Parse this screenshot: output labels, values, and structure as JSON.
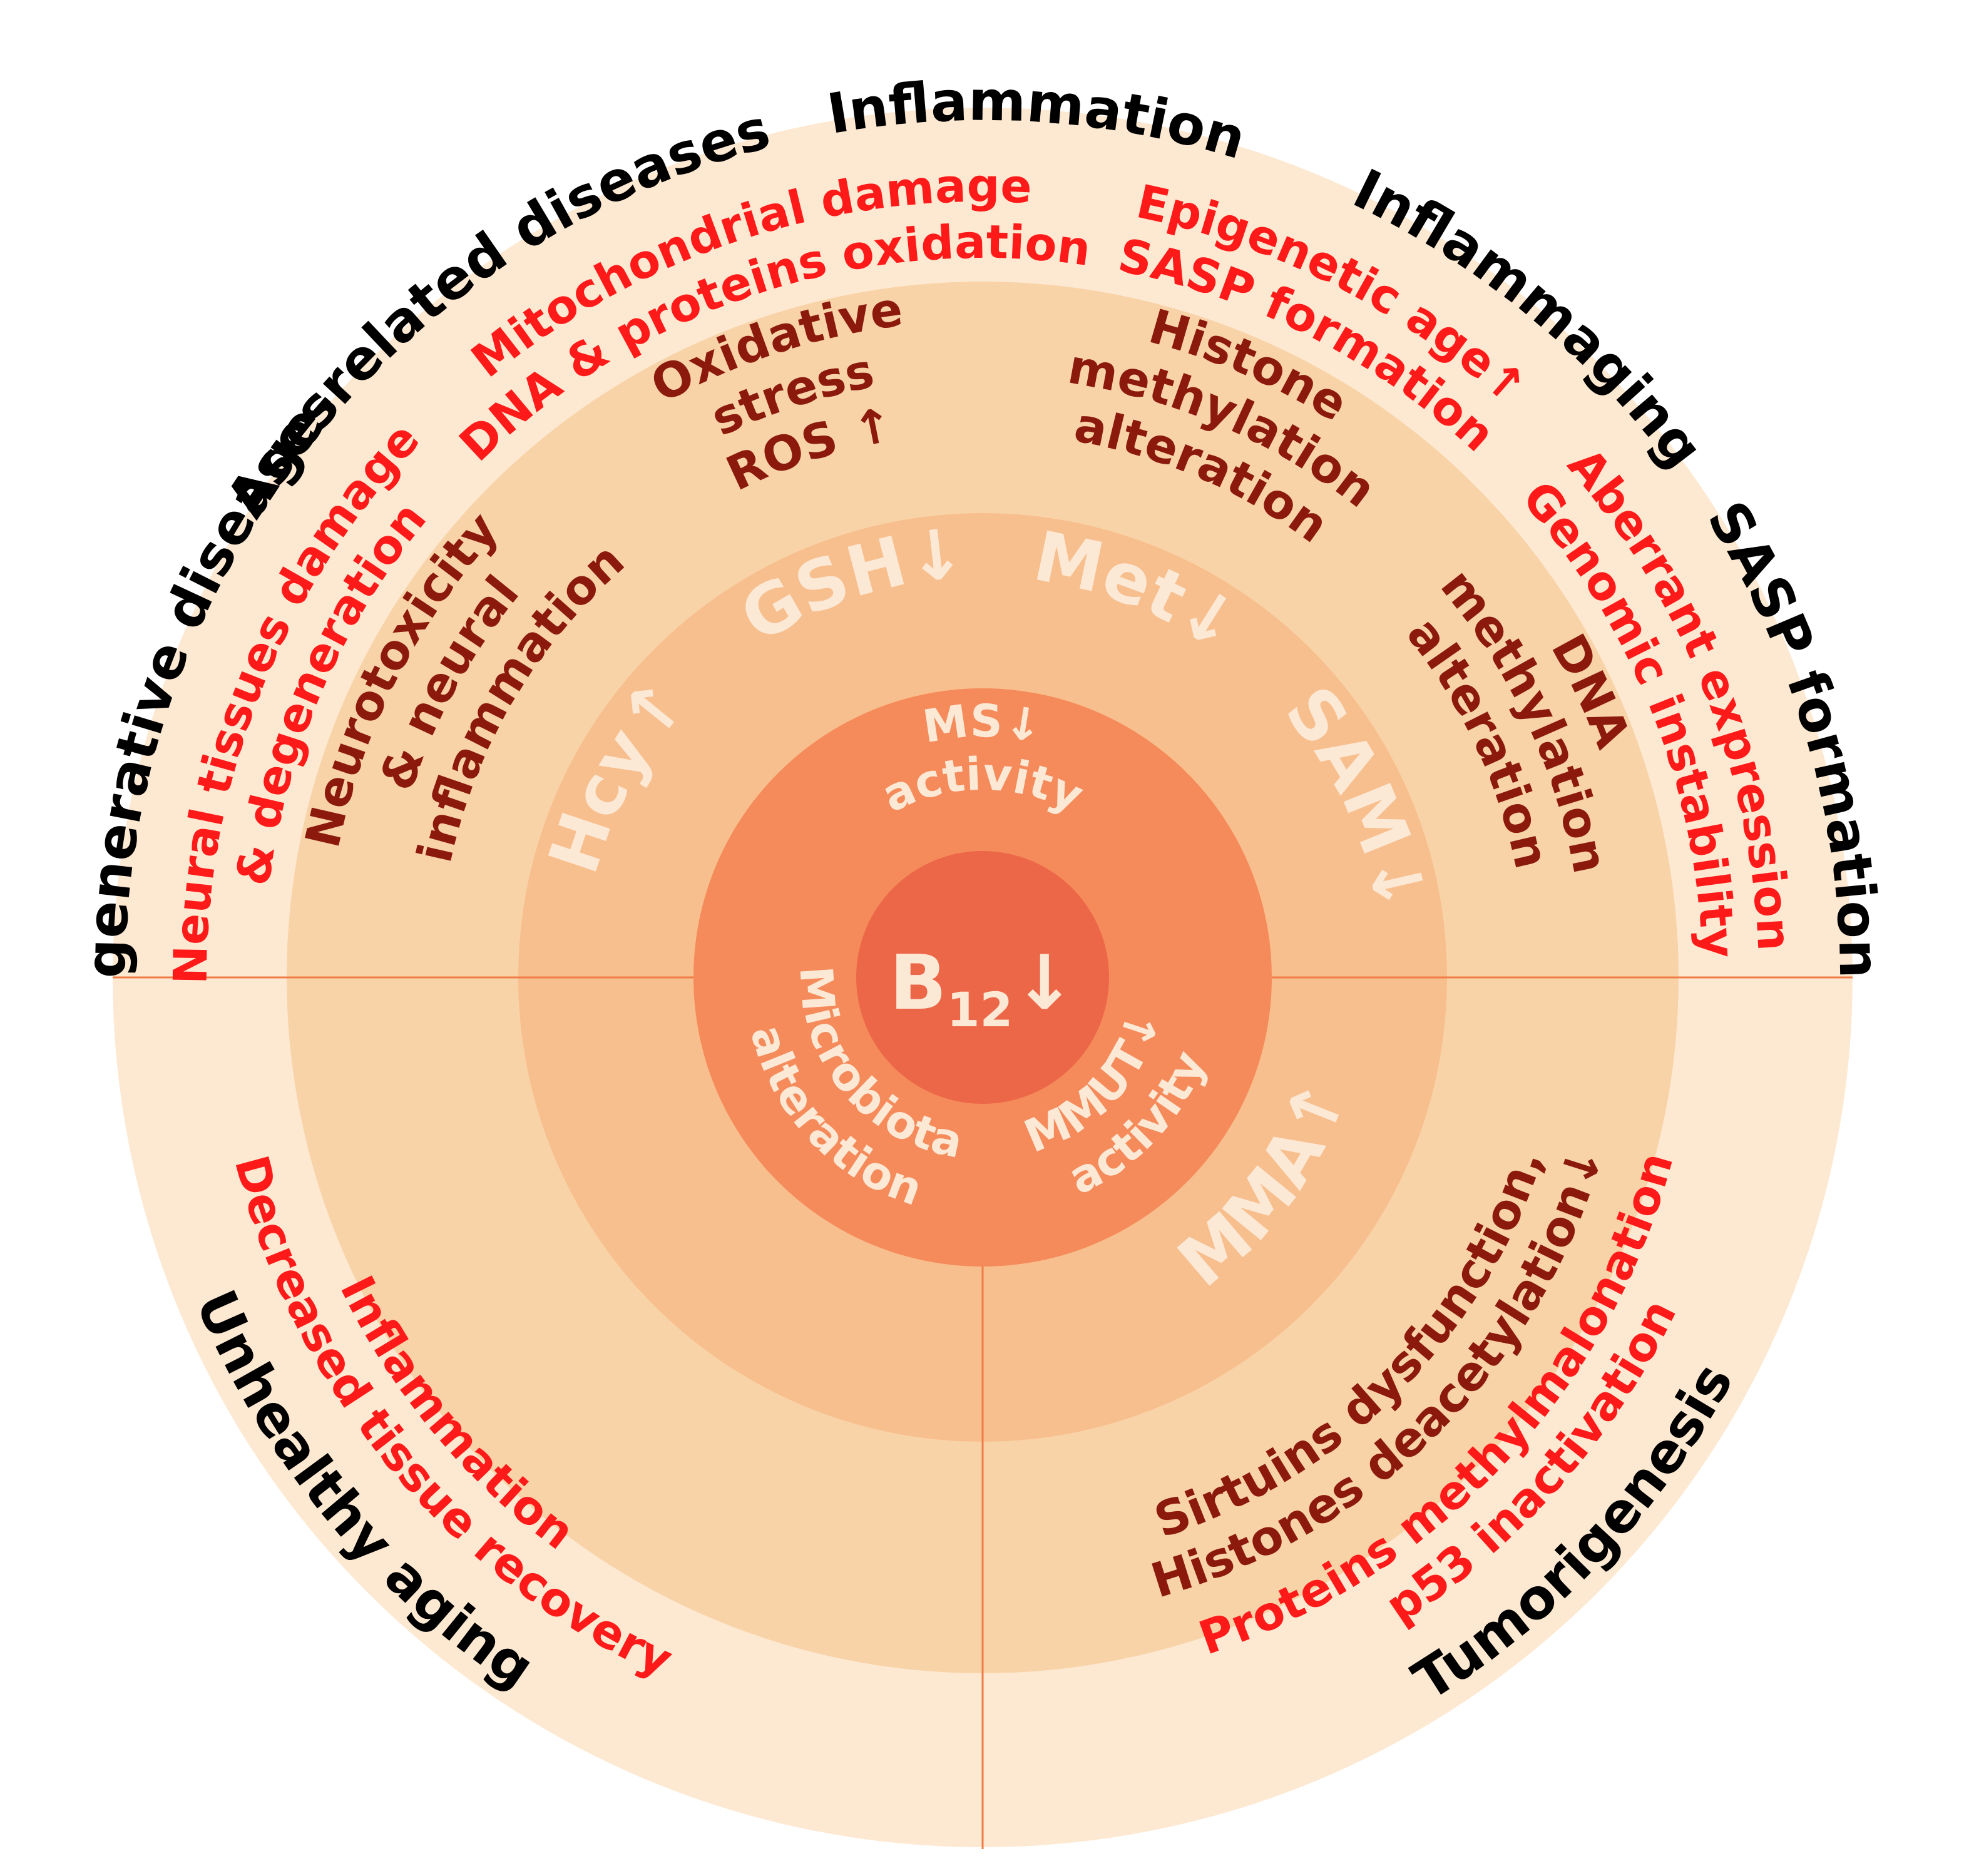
{
  "colors": {
    "background": "#ffffff",
    "ring_outer": "#fde9d2",
    "ring_2": "#f9d3a8",
    "ring_3": "#f8bf8e",
    "ring_4": "#f7a976",
    "ring_5": "#f58a5a",
    "core": "#ec6648",
    "divider": "#ef7b45",
    "outer_text": "#000000",
    "red_text": "#ff1a1a",
    "dark_text": "#8b1a0d",
    "light_text": "#fbe8d5",
    "core_text": "#fbe8d5"
  },
  "outer_labels": {
    "degenerative": "Degenerative diseases",
    "age_related": "Age-related diseases",
    "inflammation": "Inflammation",
    "inflammaging": "Inflammaging",
    "sasp": "SASP formation",
    "tumorigenesis": "Tumorigenesis",
    "unhealthy_aging": "Unhealthy aging"
  },
  "red_labels": {
    "neural_damage": "Neural tissues damage",
    "neural_degeneration": "& degeneration",
    "mito_damage": "Mitochondrial damage",
    "dna_oxidation": "DNA & proteins oxidation",
    "epigenetic_age": "Epigenetic age↑",
    "sasp_formation": "SASP formation",
    "aberrant_expression": "Aberrant expression",
    "genomic_instability": "Genomic instability",
    "inflammation": "Inflammation",
    "tissue_recovery": "Decreased tissue recovery",
    "proteins_methyl": "Proteins methylmalonation",
    "p53": "p53 inactivation"
  },
  "dark_labels": {
    "neurotoxicity_1": "Neurotoxicity",
    "neurotoxicity_2": "& neural",
    "neurotoxicity_3": "inflammation",
    "oxidative_1": "Oxidative",
    "oxidative_2": "stress",
    "oxidative_3": "ROS ↑",
    "histone_1": "Histone",
    "histone_2": "methylation",
    "histone_3": "alteration",
    "dna_1": "DNA",
    "dna_2": "methylation",
    "dna_3": "alteration",
    "sirtuins": "Sirtuins dysfunction,",
    "deacetylation": "Histones deacetylation↓"
  },
  "metabolites": {
    "gsh": "GSH↓",
    "met": "Met↓",
    "hcy": "Hcy↑",
    "sam": "SAM↓",
    "mma": "MMA↑"
  },
  "core_labels": {
    "ms": "MS↓",
    "ms_activity": "activity",
    "microbiota": "Microbiota",
    "microbiota_alteration": "alteration",
    "mmut": "MMUT↓",
    "mmut_activity": "activity"
  },
  "center": {
    "b12": "B",
    "b12_sub": "12",
    "b12_arrow": "↓"
  }
}
